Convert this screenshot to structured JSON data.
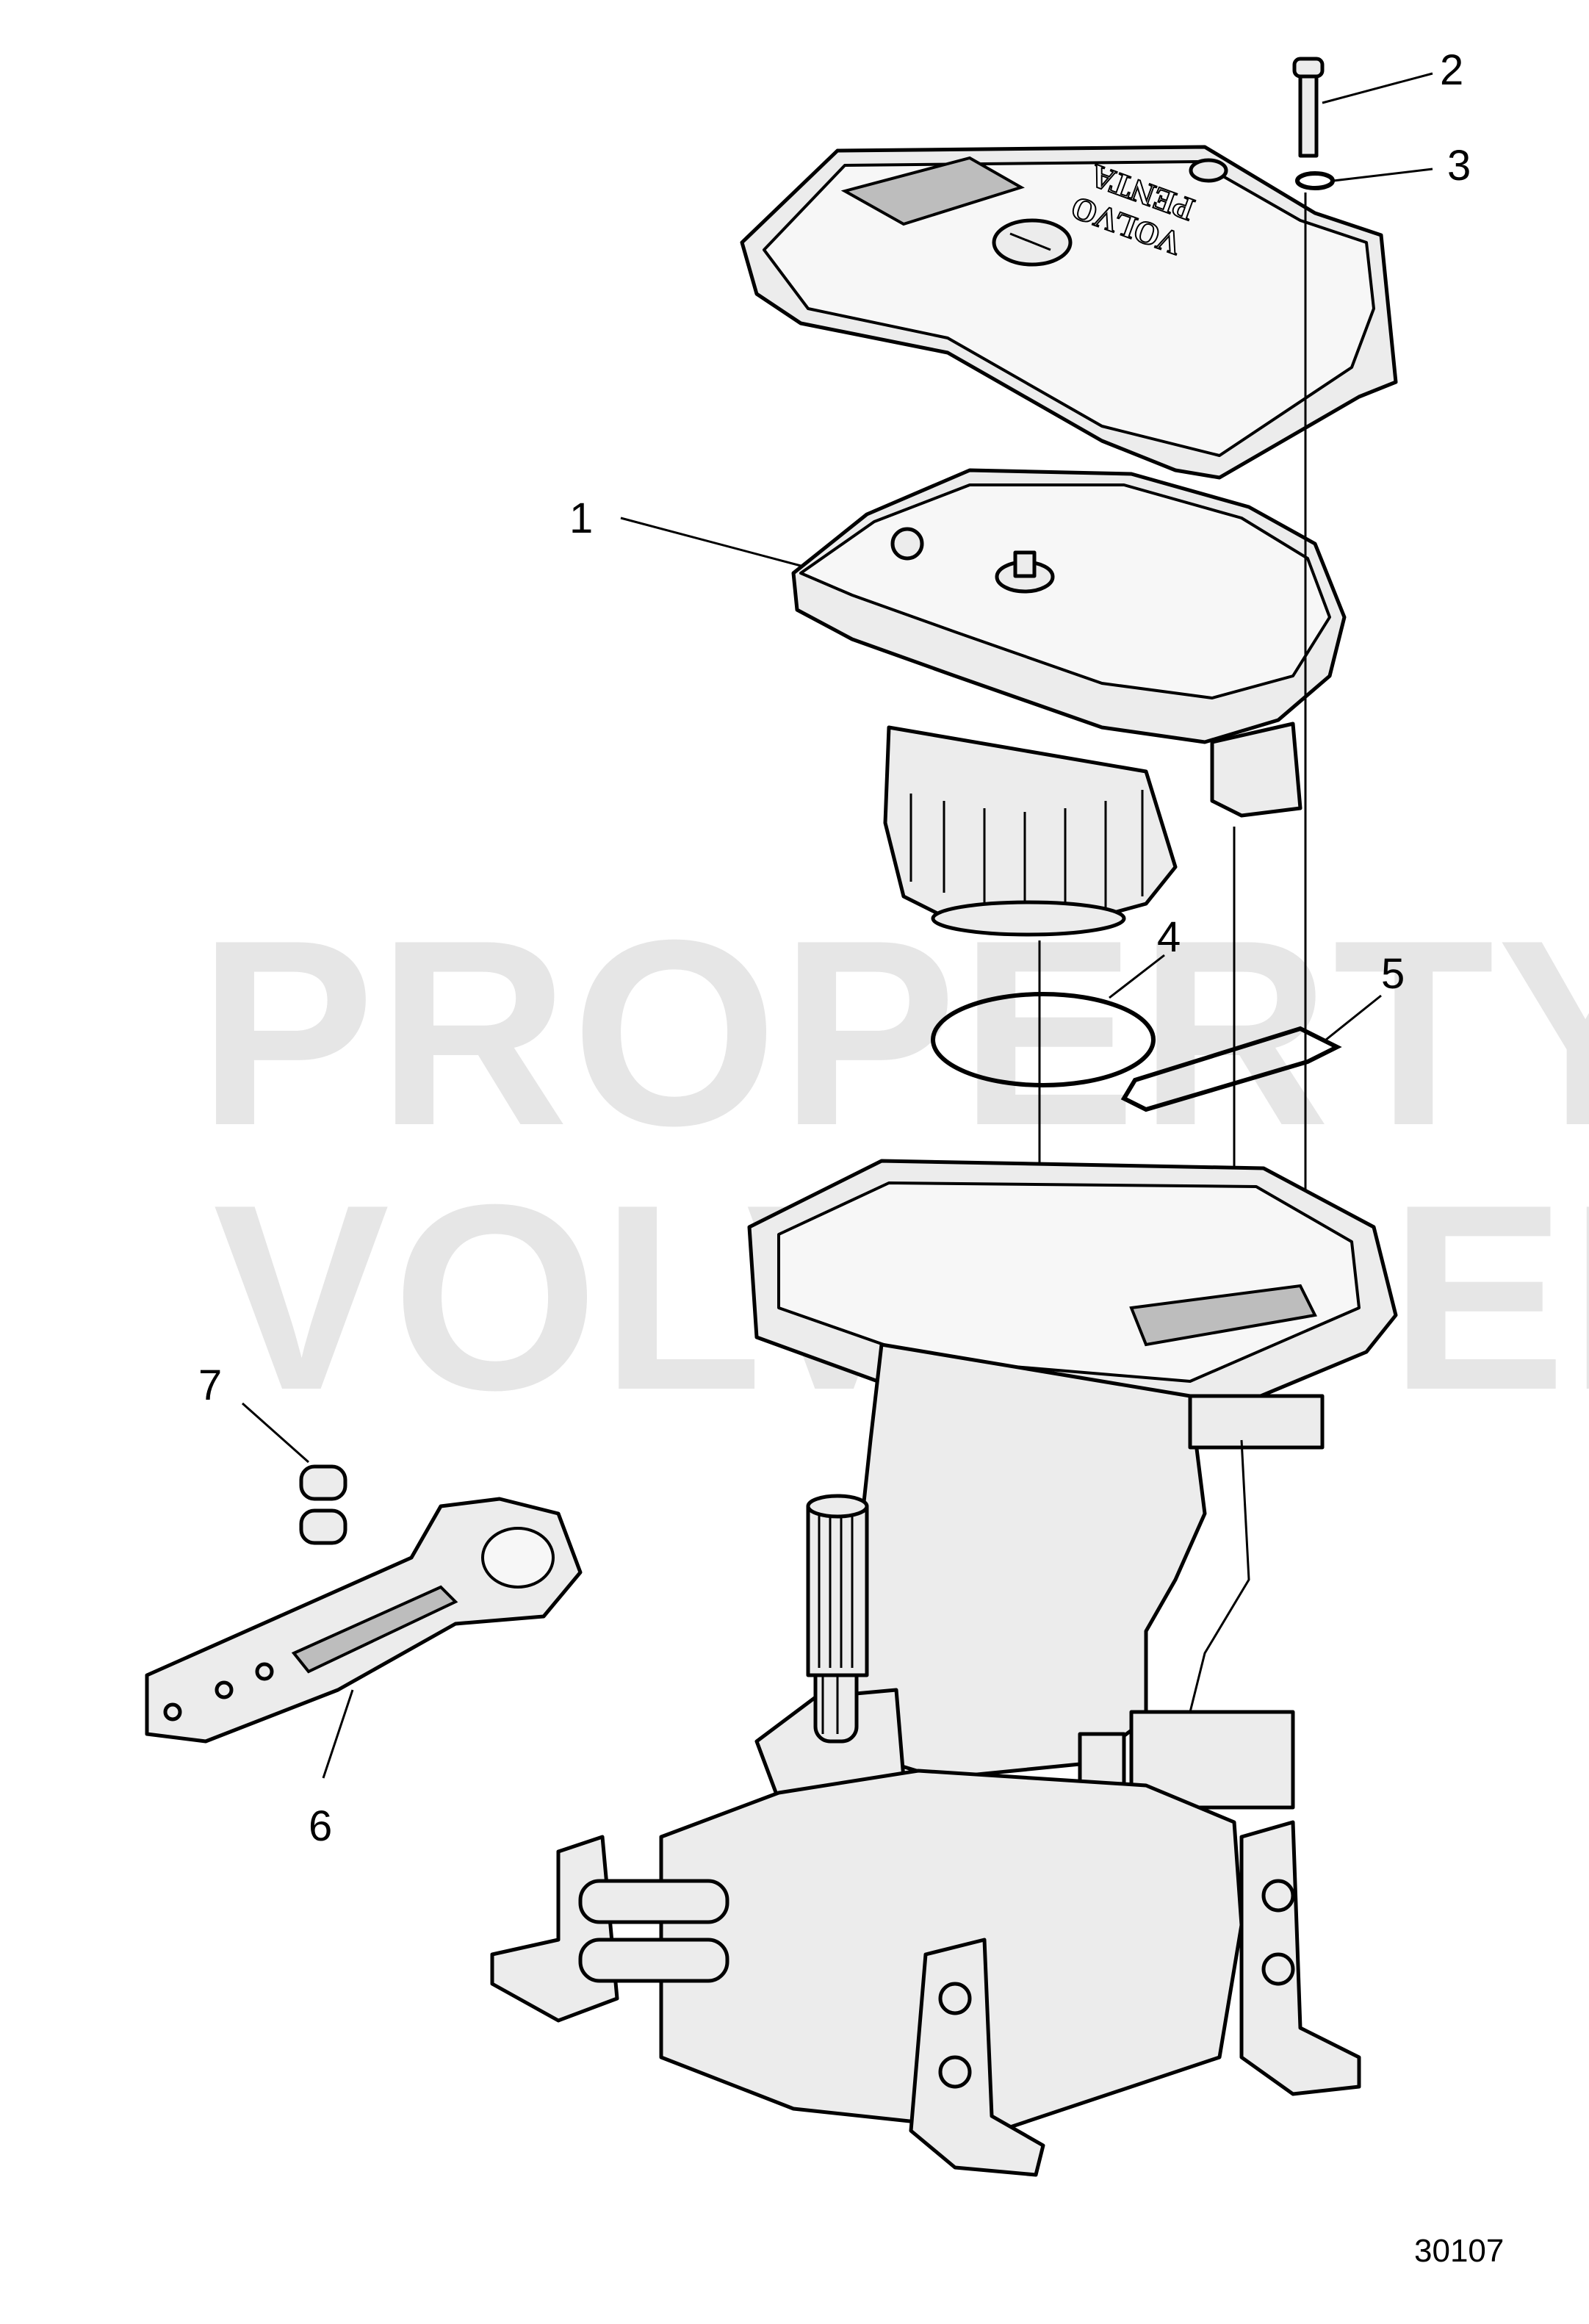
{
  "watermark": {
    "line1": "PROPERTY OF",
    "line2": "VOLVO PENTA"
  },
  "cover_logo": {
    "line1": "VOLVO",
    "line2": "PENTA"
  },
  "callouts": [
    {
      "id": "c1",
      "label": "1"
    },
    {
      "id": "c2",
      "label": "2"
    },
    {
      "id": "c3",
      "label": "3"
    },
    {
      "id": "c4",
      "label": "4"
    },
    {
      "id": "c5",
      "label": "5"
    },
    {
      "id": "c6",
      "label": "6"
    },
    {
      "id": "c7",
      "label": "7"
    }
  ],
  "figure_number": "30107"
}
